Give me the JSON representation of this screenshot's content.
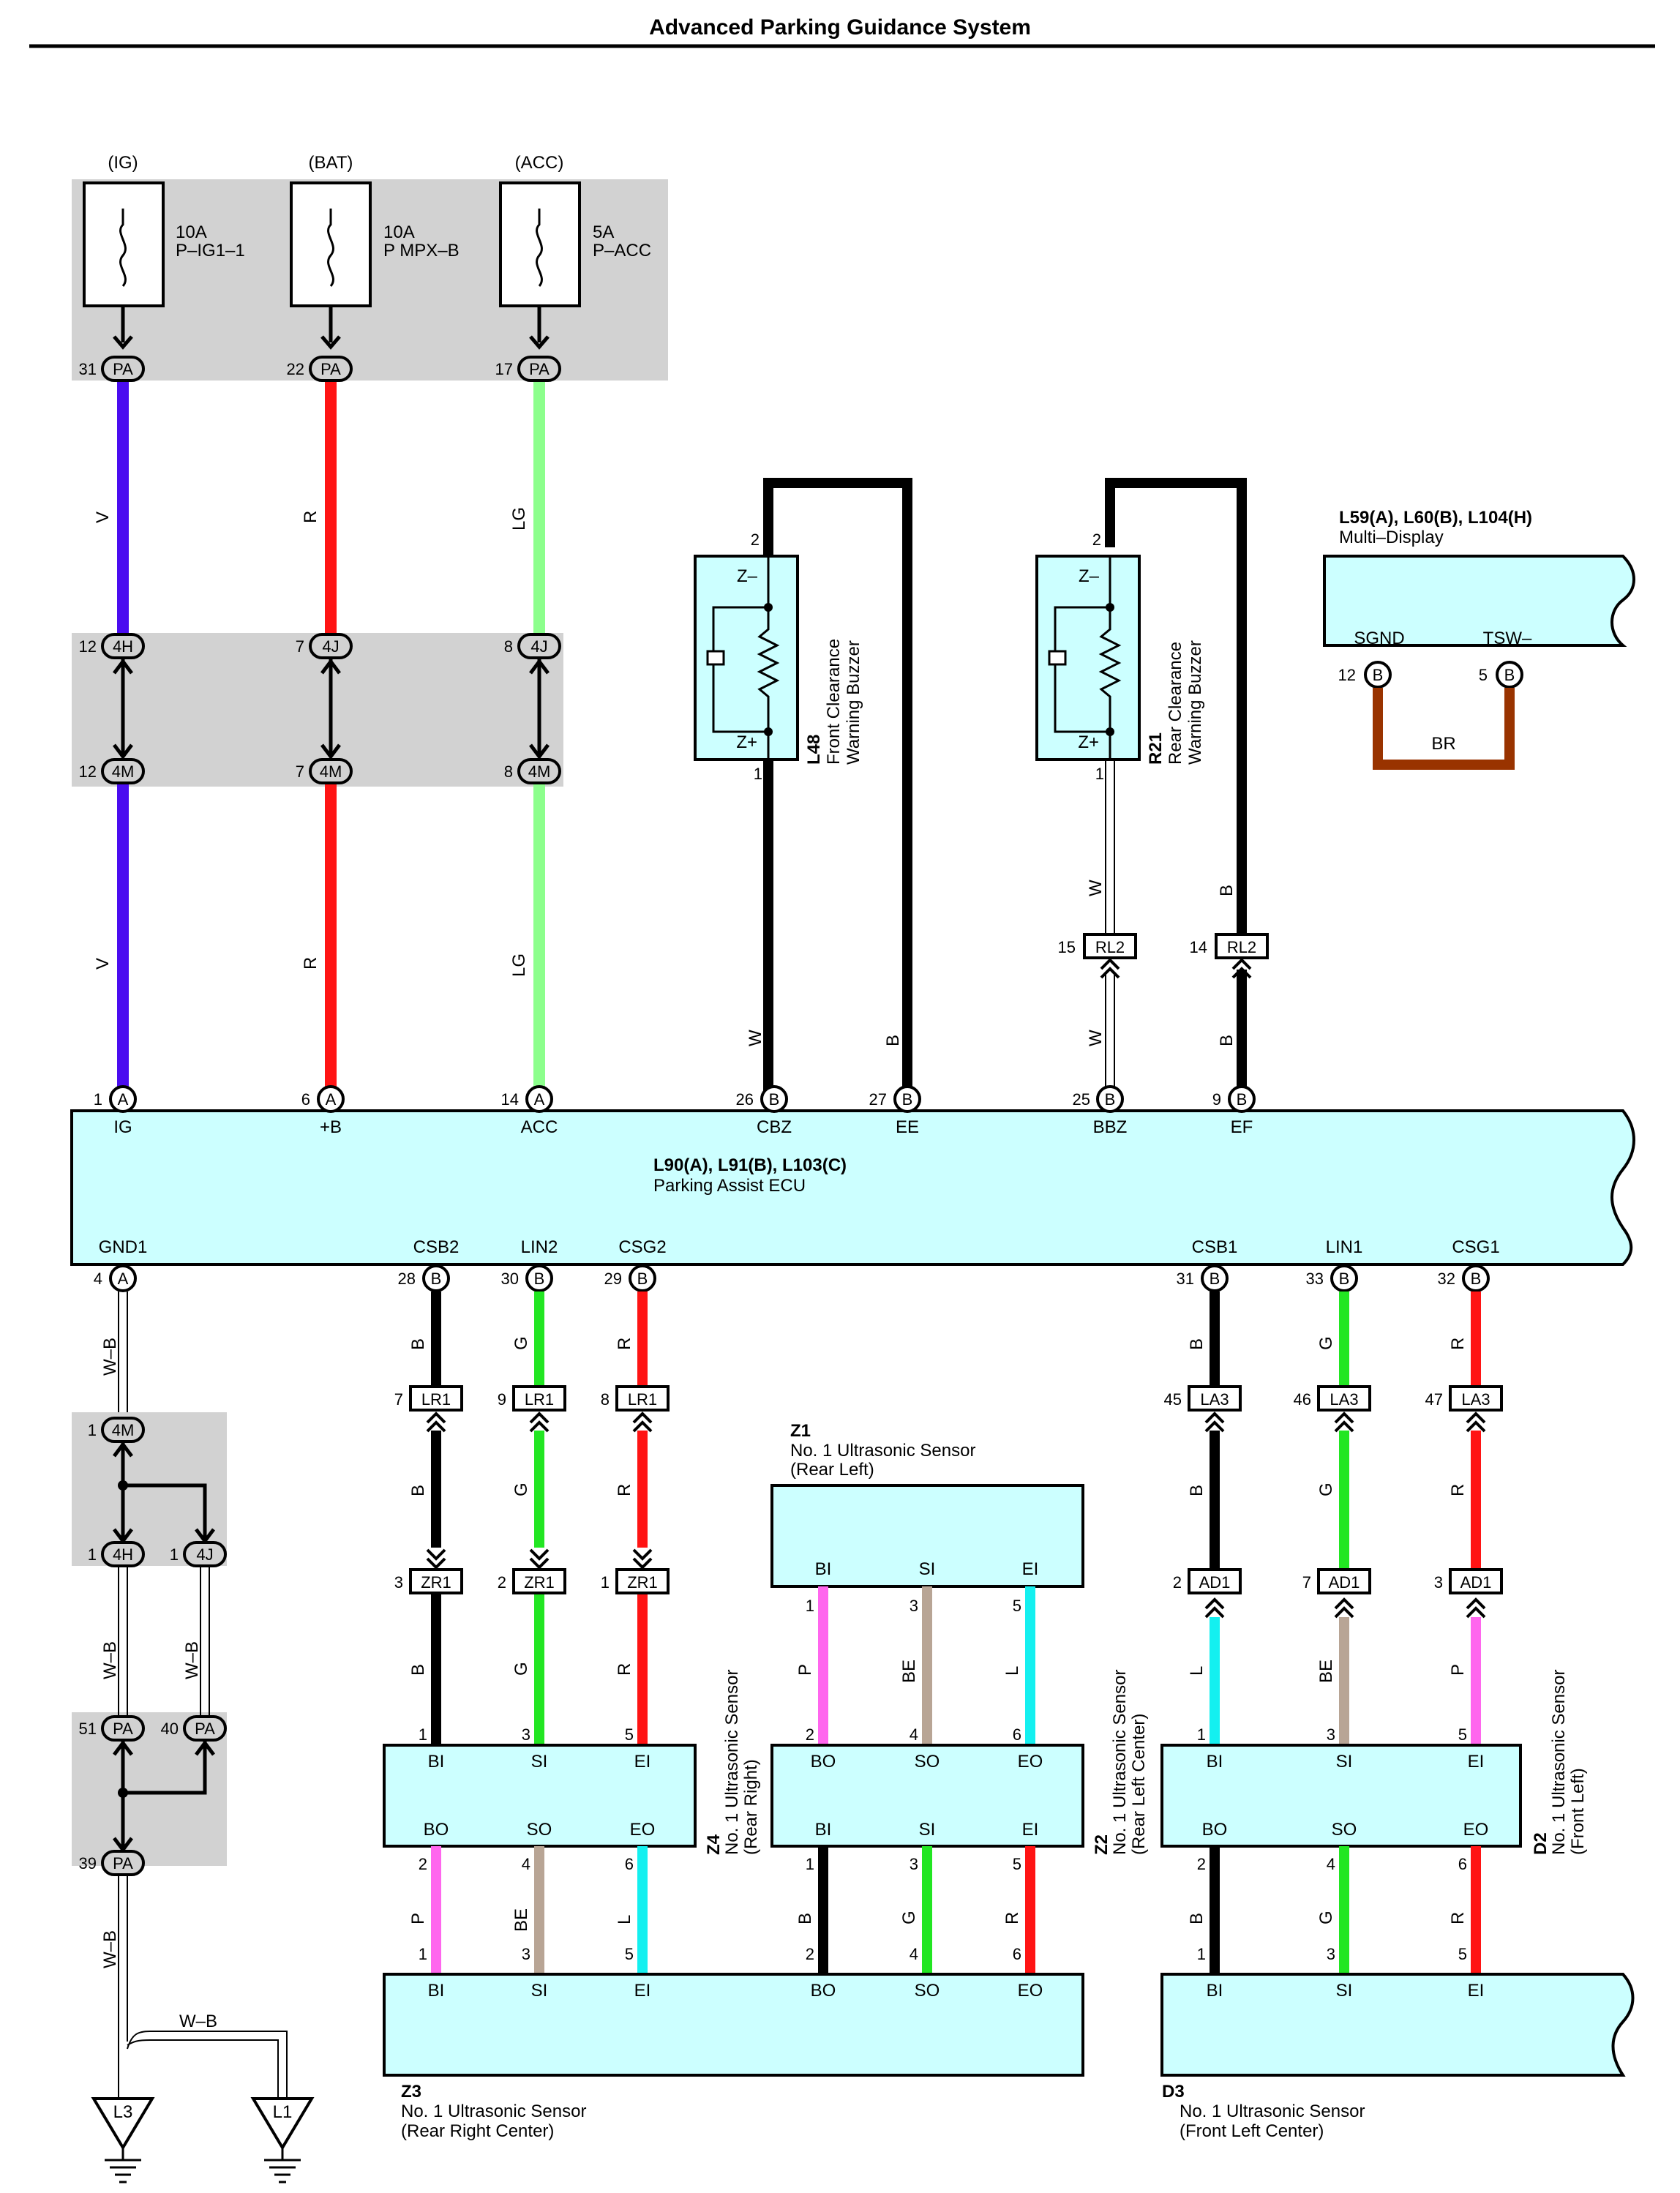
{
  "title": "Advanced Parking Guidance System",
  "colors": {
    "V": "#4a0cf0",
    "R": "#ff1414",
    "LG": "#8cff8c",
    "W": "#ffffff",
    "B": "#000000",
    "BR": "#993300",
    "G": "#22e622",
    "P": "#ff66ee",
    "BE": "#b8a595",
    "L": "#14f0f0",
    "WB": "#ffffff",
    "component_fill": "#ccffff",
    "junction_fill": "#d2d2d2"
  },
  "fuses": [
    {
      "source": "(IG)",
      "rating": "10A",
      "name": "P–IG1–1",
      "pin": "31",
      "conn": "PA"
    },
    {
      "source": "(BAT)",
      "rating": "10A",
      "name": "P MPX–B",
      "pin": "22",
      "conn": "PA"
    },
    {
      "source": "(ACC)",
      "rating": "5A",
      "name": "P–ACC",
      "pin": "17",
      "conn": "PA"
    }
  ],
  "ecu": {
    "id": "L90(A), L91(B), L103(C)",
    "name": "Parking Assist ECU",
    "top_terminals": [
      {
        "pin": "1",
        "conn": "A",
        "name": "IG"
      },
      {
        "pin": "6",
        "conn": "A",
        "name": "+B"
      },
      {
        "pin": "14",
        "conn": "A",
        "name": "ACC"
      },
      {
        "pin": "26",
        "conn": "B",
        "name": "CBZ"
      },
      {
        "pin": "27",
        "conn": "B",
        "name": "EE"
      },
      {
        "pin": "25",
        "conn": "B",
        "name": "BBZ"
      },
      {
        "pin": "9",
        "conn": "B",
        "name": "EF"
      }
    ],
    "bottom_terminals": [
      {
        "pin": "4",
        "conn": "A",
        "name": "GND1"
      },
      {
        "pin": "28",
        "conn": "B",
        "name": "CSB2"
      },
      {
        "pin": "30",
        "conn": "B",
        "name": "LIN2"
      },
      {
        "pin": "29",
        "conn": "B",
        "name": "CSG2"
      },
      {
        "pin": "31",
        "conn": "B",
        "name": "CSB1"
      },
      {
        "pin": "33",
        "conn": "B",
        "name": "LIN1"
      },
      {
        "pin": "32",
        "conn": "B",
        "name": "CSG1"
      }
    ]
  },
  "junctions": {
    "j4H": {
      "conn": "4H",
      "pin": "12"
    },
    "j4J_a": {
      "conn": "4J",
      "pin": "7"
    },
    "j4J_b": {
      "conn": "4J",
      "pin": "8"
    },
    "j4M_a": {
      "conn": "4M",
      "pin": "12"
    },
    "j4M_b": {
      "conn": "4M",
      "pin": "7"
    },
    "j4M_c": {
      "conn": "4M",
      "pin": "8"
    },
    "g4M": {
      "conn": "4M",
      "pin": "1"
    },
    "g4H": {
      "conn": "4H",
      "pin": "1"
    },
    "g4J": {
      "conn": "4J",
      "pin": "1"
    },
    "gPA51": {
      "conn": "PA",
      "pin": "51"
    },
    "gPA40": {
      "conn": "PA",
      "pin": "40"
    },
    "gPA39": {
      "conn": "PA",
      "pin": "39"
    }
  },
  "wires": {
    "v": "V",
    "r": "R",
    "lg": "LG",
    "w": "W",
    "b": "B",
    "br": "BR",
    "wb": "W–B",
    "g": "G",
    "p": "P",
    "be": "BE",
    "l": "L"
  },
  "buzzers": [
    {
      "id": "L48",
      "name1": "Front Clearance",
      "name2": "Warning Buzzer",
      "top_pin": "2",
      "bottom_pin": "1",
      "top_label": "Z–",
      "bottom_label": "Z+"
    },
    {
      "id": "R21",
      "name1": "Rear Clearance",
      "name2": "Warning Buzzer",
      "top_pin": "2",
      "bottom_pin": "1",
      "top_label": "Z–",
      "bottom_label": "Z+"
    }
  ],
  "rl2": [
    {
      "pin": "15",
      "conn": "RL2"
    },
    {
      "pin": "14",
      "conn": "RL2"
    }
  ],
  "multi_display": {
    "id": "L59(A), L60(B), L104(H)",
    "name": "Multi–Display",
    "terminals": [
      {
        "pin": "12",
        "conn": "B",
        "name": "SGND"
      },
      {
        "pin": "5",
        "conn": "B",
        "name": "TSW–"
      }
    ]
  },
  "lr1": [
    {
      "pin": "7",
      "conn": "LR1"
    },
    {
      "pin": "9",
      "conn": "LR1"
    },
    {
      "pin": "8",
      "conn": "LR1"
    }
  ],
  "zr1": [
    {
      "pin": "3",
      "conn": "ZR1"
    },
    {
      "pin": "2",
      "conn": "ZR1"
    },
    {
      "pin": "1",
      "conn": "ZR1"
    }
  ],
  "la3": [
    {
      "pin": "45",
      "conn": "LA3"
    },
    {
      "pin": "46",
      "conn": "LA3"
    },
    {
      "pin": "47",
      "conn": "LA3"
    }
  ],
  "ad1": [
    {
      "pin": "2",
      "conn": "AD1"
    },
    {
      "pin": "7",
      "conn": "AD1"
    },
    {
      "pin": "3",
      "conn": "AD1"
    }
  ],
  "sensors": {
    "z1": {
      "id": "Z1",
      "line1": "No. 1 Ultrasonic Sensor",
      "line2": "(Rear Left)",
      "labels": [
        "BI",
        "SI",
        "EI"
      ]
    },
    "z4": {
      "id": "Z4",
      "line1": "No. 1 Ultrasonic Sensor",
      "line2": "(Rear Right)",
      "top": [
        "BI",
        "SI",
        "EI"
      ],
      "bottom": [
        "BO",
        "SO",
        "EO"
      ]
    },
    "z2": {
      "id": "Z2",
      "line1": "No. 1 Ultrasonic Sensor",
      "line2": "(Rear Left Center)",
      "top": [
        "BO",
        "SO",
        "EO"
      ],
      "bottom": [
        "BI",
        "SI",
        "EI"
      ]
    },
    "d2": {
      "id": "D2",
      "line1": "No. 1 Ultrasonic Sensor",
      "line2": "(Front Left)",
      "top": [
        "BI",
        "SI",
        "EI"
      ],
      "bottom": [
        "BO",
        "SO",
        "EO"
      ]
    },
    "z3": {
      "id": "Z3",
      "line1": "No. 1 Ultrasonic Sensor",
      "line2": "(Rear Right Center)",
      "labels": [
        "BI",
        "SI",
        "EI",
        "BO",
        "SO",
        "EO"
      ]
    },
    "d3": {
      "id": "D3",
      "line1": "No. 1 Ultrasonic Sensor",
      "line2": "(Front Left Center)",
      "labels": [
        "BI",
        "SI",
        "EI"
      ]
    }
  },
  "pins": {
    "z1": [
      "1",
      "3",
      "5",
      "2",
      "4",
      "6"
    ],
    "z4": [
      "1",
      "3",
      "5",
      "2",
      "4",
      "6"
    ],
    "z2": [
      "1",
      "3",
      "5",
      "2",
      "4",
      "6"
    ],
    "d2": [
      "1",
      "3",
      "5",
      "2",
      "4",
      "6"
    ],
    "z3": [
      "1",
      "3",
      "5",
      "2",
      "4",
      "6"
    ],
    "d3": [
      "1",
      "3",
      "5"
    ]
  },
  "grounds": [
    {
      "id": "L3"
    },
    {
      "id": "L1"
    }
  ]
}
